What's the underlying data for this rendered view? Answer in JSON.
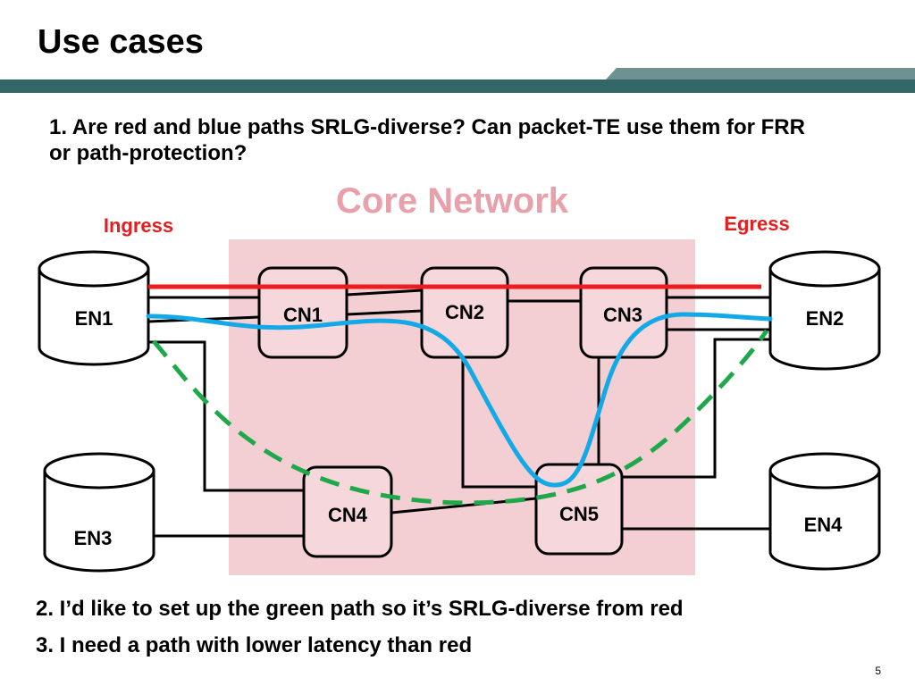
{
  "slide": {
    "title": "Use cases",
    "question": "1. Are red and blue paths SRLG-diverse? Can packet-TE use them for FRR or path-protection?",
    "point_2": "2. I’d like to set up the green path so it’s SRLG-diverse from red",
    "point_3": "3. I need a path with lower latency than red",
    "page_number": "5"
  },
  "diagram": {
    "core_title": "Core Network",
    "ingress_label": "Ingress",
    "egress_label": "Egress",
    "edge_nodes": {
      "en1": "EN1",
      "en2": "EN2",
      "en3": "EN3",
      "en4": "EN4"
    },
    "core_nodes": {
      "cn1": "CN1",
      "cn2": "CN2",
      "cn3": "CN3",
      "cn4": "CN4",
      "cn5": "CN5"
    }
  },
  "colors": {
    "title_bar": "#336666",
    "core_area": "#f3cfd4",
    "core_title": "#e8a0aa",
    "red_path": "#ee1c1c",
    "blue_path": "#13a8e6",
    "green_path": "#1fa84a",
    "label_red": "#e21e1e",
    "node_fill": "#f6d8dc"
  }
}
